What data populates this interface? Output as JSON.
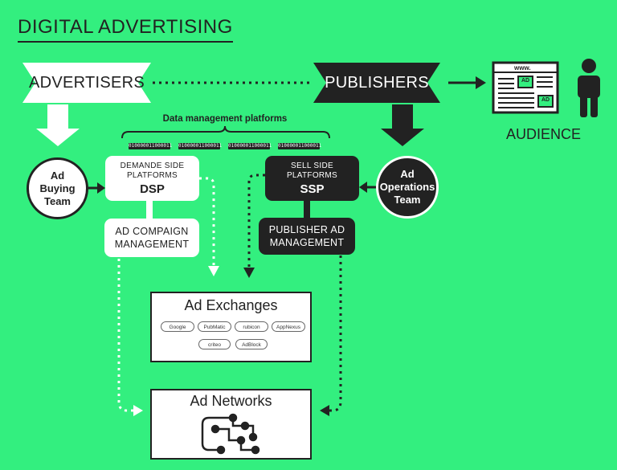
{
  "title": "DIGITAL ADVERTISING",
  "advertisers": "ADVERTISERS",
  "publishers": "PUBLISHERS",
  "audience": "AUDIENCE",
  "site": {
    "url": "www.",
    "ad1": "AD",
    "ad2": "AD"
  },
  "dmp": {
    "label": "Data management platforms",
    "bits": [
      "010000011000011",
      "010000011000011",
      "010000011000011",
      "010000011000011"
    ]
  },
  "ad_buying_team": [
    "Ad",
    "Buying",
    "Team"
  ],
  "ad_operations_team": [
    "Ad",
    "Operations",
    "Team"
  ],
  "dsp": {
    "line1": "DEMANDE SIDE",
    "line2": "PLATFORMS",
    "abbr": "DSP"
  },
  "ssp": {
    "line1": "SELL SIDE",
    "line2": "PLATFORMS",
    "abbr": "SSP"
  },
  "ad_campaign": [
    "AD COMPAIGN",
    "MANAGEMENT"
  ],
  "publisher_ad": [
    "PUBLISHER AD",
    "MANAGEMENT"
  ],
  "ad_exchanges": {
    "title": "Ad Exchanges",
    "logos": [
      "Google",
      "PubMatic",
      "rubicon",
      "AppNexus",
      "criteo",
      "AdBlock"
    ]
  },
  "ad_networks": {
    "title": "Ad Networks"
  },
  "colors": {
    "background": "#33ef7f",
    "dark": "#222222",
    "light": "#ffffff"
  }
}
